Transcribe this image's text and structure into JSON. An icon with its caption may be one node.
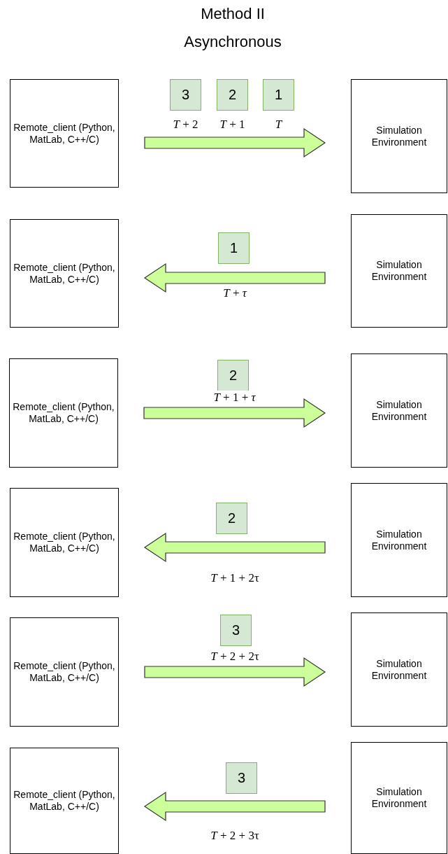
{
  "diagram": {
    "title": "Method II Asynchronous",
    "nodes": [
      {
        "text": [
          "Remote_client (Python, MatLab, C++/C)"
        ]
      },
      {
        "text": [
          "3"
        ],
        "beside": [
          "*T* + 2"
        ]
      },
      {
        "text": [
          "2"
        ],
        "beside": [
          "*T* + 1"
        ]
      },
      {
        "text": [
          "1"
        ],
        "beside": [
          "*T*"
        ]
      },
      {
        "text": [
          "Simulation Environment"
        ]
      },
      {
        "text": [
          "Remote_client (Python, MatLab, C++/C)"
        ]
      },
      {
        "text": [
          "1"
        ]
      },
      {
        "text": [
          "Simulation Environment"
        ]
      },
      {
        "text": [
          "Remote_client (Python, MatLab, C++/C)"
        ]
      },
      {
        "text": [
          "2"
        ]
      },
      {
        "text": [
          "Simulation Environment"
        ]
      },
      {
        "text": [
          "Remote_client (Python, MatLab, C++/C)"
        ]
      },
      {
        "text": [
          "2"
        ]
      },
      {
        "text": [
          "Simulation Environment"
        ]
      },
      {
        "text": [
          "Remote_client (Python, MatLab, C++/C)"
        ]
      },
      {
        "text": [
          "3"
        ]
      },
      {
        "text": [
          "Simulation Environment"
        ]
      },
      {
        "text": [
          "Remote_client (Python, MatLab, C++/C)"
        ]
      },
      {
        "text": [
          "3"
        ]
      },
      {
        "text": [
          "Simulation Environment"
        ]
      }
    ],
    "edges": [
      {
        "from": 0,
        "to": 4,
        "arrow": "to"
      },
      {
        "from": 7,
        "to": 5,
        "arrow": "to",
        "label": "*T* + *τ*"
      },
      {
        "from": 8,
        "to": 10,
        "arrow": "to",
        "label": "*T* + 1 + *τ*"
      },
      {
        "from": 13,
        "to": 11,
        "arrow": "to",
        "label": "*T* + 1 + 2τ"
      },
      {
        "from": 14,
        "to": 16,
        "arrow": "to",
        "label": "*T* + 2 + 2τ"
      },
      {
        "from": 19,
        "to": 17,
        "arrow": "to",
        "label": "*T* + 2 + 3τ"
      }
    ]
  }
}
